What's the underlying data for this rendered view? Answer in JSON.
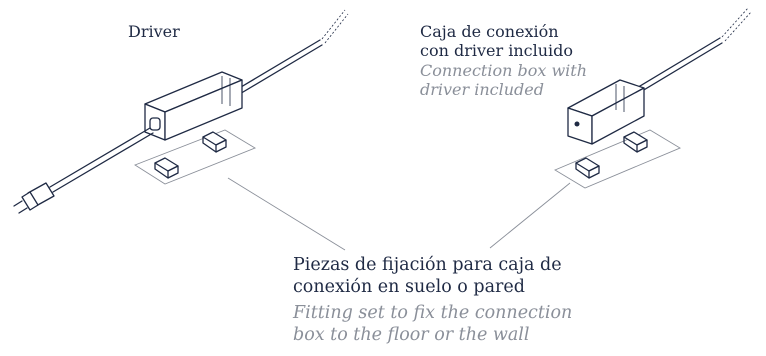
{
  "labels": {
    "driver": "Driver",
    "box_es_line1": "Caja de conexión",
    "box_es_line2": "con driver incluido",
    "box_en_line1": "Connection box with",
    "box_en_line2": "driver included",
    "fix_es_line1": "Piezas de fijación para caja de",
    "fix_es_line2": "conexión en suelo o pared",
    "fix_en_line1": "Fitting set to fix the connection",
    "fix_en_line2": "box to the floor or the wall"
  },
  "colors": {
    "ink": "#1f2a44",
    "muted": "#8a8f99",
    "background": "#ffffff"
  }
}
